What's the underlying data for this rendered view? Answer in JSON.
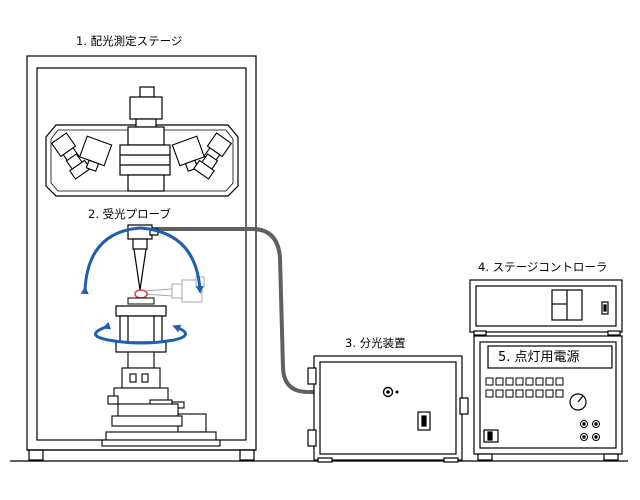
{
  "labels": {
    "stage": "1. 配光測定ステージ",
    "probe": "2. 受光プローブ",
    "spectrometer": "3. 分光装置",
    "controller": "4. ステージコントローラ",
    "power_supply": "5. 点灯用電源"
  },
  "colors": {
    "outline": "#000000",
    "rotation_arrow": "#1f5fb0",
    "fiber": "#606060",
    "sample": "#e0304a",
    "ghost_probe": "#a8a8a8"
  }
}
